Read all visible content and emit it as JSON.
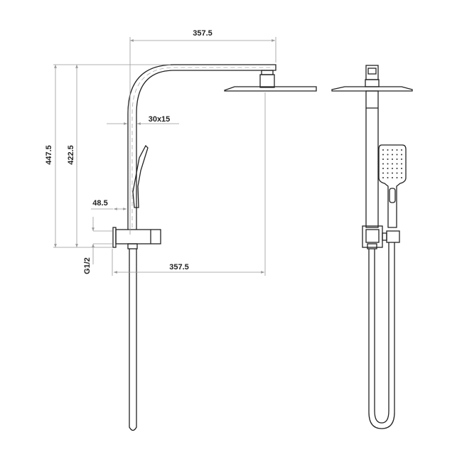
{
  "dimensions": {
    "arm_reach_top": "357.5",
    "pipe_section": "30x15",
    "overall_height": "447.5",
    "height_to_arm": "422.5",
    "wall_offset": "48.5",
    "inlet_thread": "G1/2",
    "head_projection_bottom": "357.5"
  },
  "colors": {
    "line": "#222222",
    "dimension_line": "#999999"
  }
}
